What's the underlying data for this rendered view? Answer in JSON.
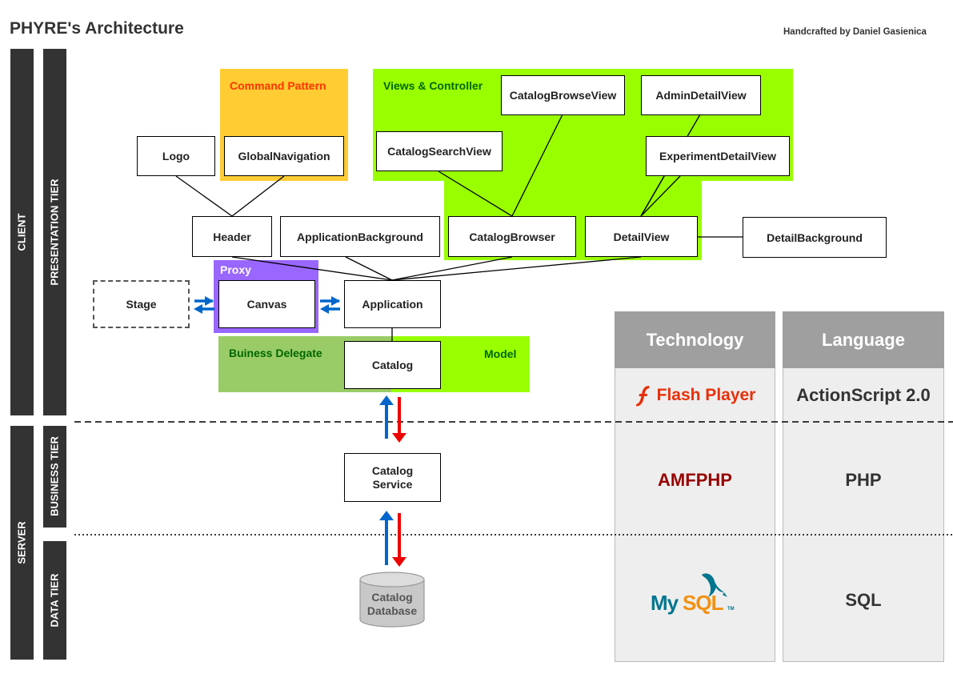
{
  "title": "PHYRE's Architecture",
  "credit": "Handcrafted by Daniel Gasienica",
  "side": {
    "client": "CLIENT",
    "server": "SERVER",
    "presentation_tier": "PRESENTATION TIER",
    "business_tier": "BUSINESS TIER",
    "data_tier": "DATA TIER"
  },
  "regions": {
    "command_pattern": "Command Pattern",
    "views_controller": "Views & Controller",
    "proxy": "Proxy",
    "business_delegate": "Buiness Delegate",
    "model": "Model"
  },
  "boxes": {
    "logo": "Logo",
    "global_navigation": "GlobalNavigation",
    "catalog_search_view": "CatalogSearchView",
    "catalog_browse_view": "CatalogBrowseView",
    "admin_detail_view": "AdminDetailView",
    "experiment_detail_view": "ExperimentDetailView",
    "header": "Header",
    "application_background": "ApplicationBackground",
    "catalog_browser": "CatalogBrowser",
    "detail_view": "DetailView",
    "detail_background": "DetailBackground",
    "stage": "Stage",
    "canvas": "Canvas",
    "application": "Application",
    "catalog": "Catalog",
    "catalog_service_line1": "Catalog",
    "catalog_service_line2": "Service",
    "catalog_database_line1": "Catalog",
    "catalog_database_line2": "Database"
  },
  "table": {
    "technology_header": "Technology",
    "language_header": "Language",
    "rows": [
      {
        "technology": "Flash Player",
        "language": "ActionScript 2.0"
      },
      {
        "technology": "AMFPHP",
        "language": "PHP"
      },
      {
        "technology": "MySQL",
        "language": "SQL"
      }
    ]
  },
  "colors": {
    "command_pattern": "#ffcc33",
    "command_label": "#ff3300",
    "views_green": "#99ff00",
    "green_label": "#006600",
    "proxy": "#9966ff",
    "business_delegate": "#99cc66",
    "arrow_up": "#0066cc",
    "arrow_down": "#ee0000",
    "flash_red": "#e8300a",
    "amfphp": "#990000",
    "mysql_blue": "#00758f",
    "mysql_orange": "#f29111"
  },
  "icons": [
    "flash-logo-icon",
    "mysql-dolphin-icon",
    "swap-arrows-icon",
    "database-cylinder-icon"
  ]
}
